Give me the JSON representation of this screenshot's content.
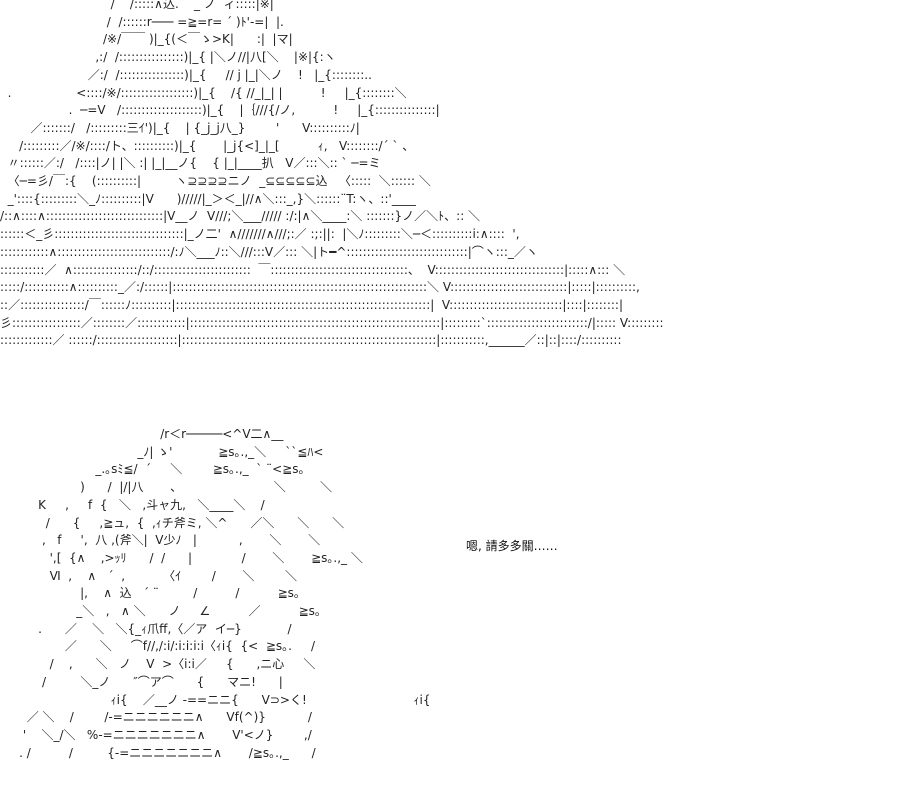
{
  "top_art": {
    "lines": [
      "                             /    /:::::∧込.    _ ノ  ィ:::::|※|",
      "                            /  /::::::r─── =≧=r= ´ )ﾄ'‐=|  |.",
      "                           /※/￣￣ )|_{(＜￣ゝ>K|      :|  |マ|",
      "                         ,:/  /::::::::::::::::)|_{ |＼ノ//|八[＼    |※|{:ヽ",
      "                       ／:/  /::::::::::::::::)|_{     // j |_|＼ノ    !   |_{::::::::..",
      "  .                 <::::/※/::::::::::::::::::)|_{    /{ //_|_| |          !     |_{::::::::＼",
      "                  .  ─=V   /::::::::::::::::::::)|_{    |｛///{/ノ,          !     |_{:::::::::::::::|",
      "        ／:::::::/   /:::::::::三ｲ')|_{    | {_j_j八_}        '      V::::::::::ﾉ|",
      "     /:::::::::／/※/::::/ト、::::::::::)|_{       |_j{<]_|_[          ｨ,   V::::::::/´ ` 、",
      "  〃::::::／:/   /::::|ノ| |＼ :| |_|__ノ{    { |_|____扒   V／:::＼:: ` ─=ミ",
      "  〈─=彡/￣:{    (::::::::::|         ヽ⊇⊇⊇⊇ニノ  _⊆⊆⊆⊆⊆込   〈:::::  ＼:::::: ＼",
      "  _'::::{:::::::::＼_ﾉ::::::::::|V      )/////|_＞＜_|//∧＼:::_,}＼::::::¨T:ヽ、::'____",
      "/::∧::::∧:::::::::::::::::::::::::::::|V__ノ  V///;＼___///// :/:|∧＼____:＼ :::::::}ノ／＼ﾄ、:: ＼",
      "::::::＜_彡::::::::::::::::::::::::::::::::|_ノ二'  ∧///////∧///;:／ :;:||:  |＼ﾉ:::::::::＼─＜::::::::::i:∧::::  ',",
      "::::::::::::∧::::::::::::::::::::::::::::/:ﾉ＼___ﾉ::＼///:::V／::: ＼|ト━^::::::::::::::::::::::::::::::|⌒ヽ:::_／ヽ",
      ":::::::::::／  ∧::::::::::::::::/::/::::::::::::::::::::::::  ￣::::::::::::::::::::::::::::::::::、  V::::::::::::::::::::::::::::::::|:::::∧::: ＼",
      ":::::/:::::::::::∧::::::::::_／:/::::::|:::::::::::::::::::::::::::::::::::::::::::::::::::::::::::::::＼ V:::::::::::::::::::::::::::::|:::::|::::::::::,",
      "::／::::::::::::::::/￣::::::ﾉ::::::::::|:::::::::::::::::::::::::::::::::::::::::::::::::::::::::::::::|  V::::::::::::::::::::::::::::|::::|::::::::|",
      "彡:::::::::::::::::／::::::::／::::::::::::|::::::::::::::::::::::::::::::::::::::::::::::::::::::::::::::|:::::::::`:::::::::::::::::::::::::/|::::: V:::::::::",
      ":::::::::::::／ ::::::/::::::::::::::::::::|:::::::::::::::::::::::::::::::::::::::::::::::::::::::::::::::|:::::::::::,______／::|::|::::/::::::::::"
    ]
  },
  "bottom_art": {
    "lines": [
      "                                          /r＜r─────<^V二∧__",
      "                                    _ﾉ| ゝ'            ≧s｡.,_＼     ``≦ﾊ<",
      "                         _.｡sﾐ≦/  ´     ＼        ≧s｡.,_  ` ¨<≧s｡",
      "                     )      /  |/|八       、                        ＼         ＼",
      "          K     ,     f  {   ＼   ,斗ャ九,   ＼____＼    /",
      "            /      {     ,≧ュ,  {  ,ｨチ斧ミ, ＼^      ／＼      ＼      ＼",
      "           ,   f     ',  八 ,(斧＼|  V少ﾉ   |           ,       ＼       ＼",
      "             ',[  {∧    ,>ｯﾘ      /  /      |             /       ＼       ≧s｡.,_ ＼",
      "             Ⅵ  ,    ∧   ´  ,          〈ｲ        /       ＼        ＼",
      "                     |,    ∧  込   ´ ¨         /          /          ≧s｡",
      "                    _＼   ,   ∧ ＼      ノ     ∠          ／          ≧s｡",
      "          .      ／    ＼   ＼{_ｨ爪ff,〈／ア  イ─}            /",
      "                 ／      ＼     ⌒f//,/:i/:i:i:i:i〈ｨi{  {<  ≧s｡.     /",
      "             /    ,      ＼   ノ    V  >〈i:i／     {      ,ニ心     ＼",
      "           /         ＼_ノ      ″⌒ア⌒      {      マニ!      |",
      "                             ｨi{    ／__ノ -==ニニ{      V⊃>く!                            ｨi{",
      "       ／ ＼    /        /-=ニニニニニニ∧      Vf(^)}           /",
      "      '    ＼_/＼   %-=ニニニニニニニ∧       V'<ノ}        ,/",
      "     . /          /         {-=ニニニニニニニ∧       /≧s｡.,_      /"
    ],
    "caption": "嗯, 請多多關……",
    "tick": "-="
  }
}
